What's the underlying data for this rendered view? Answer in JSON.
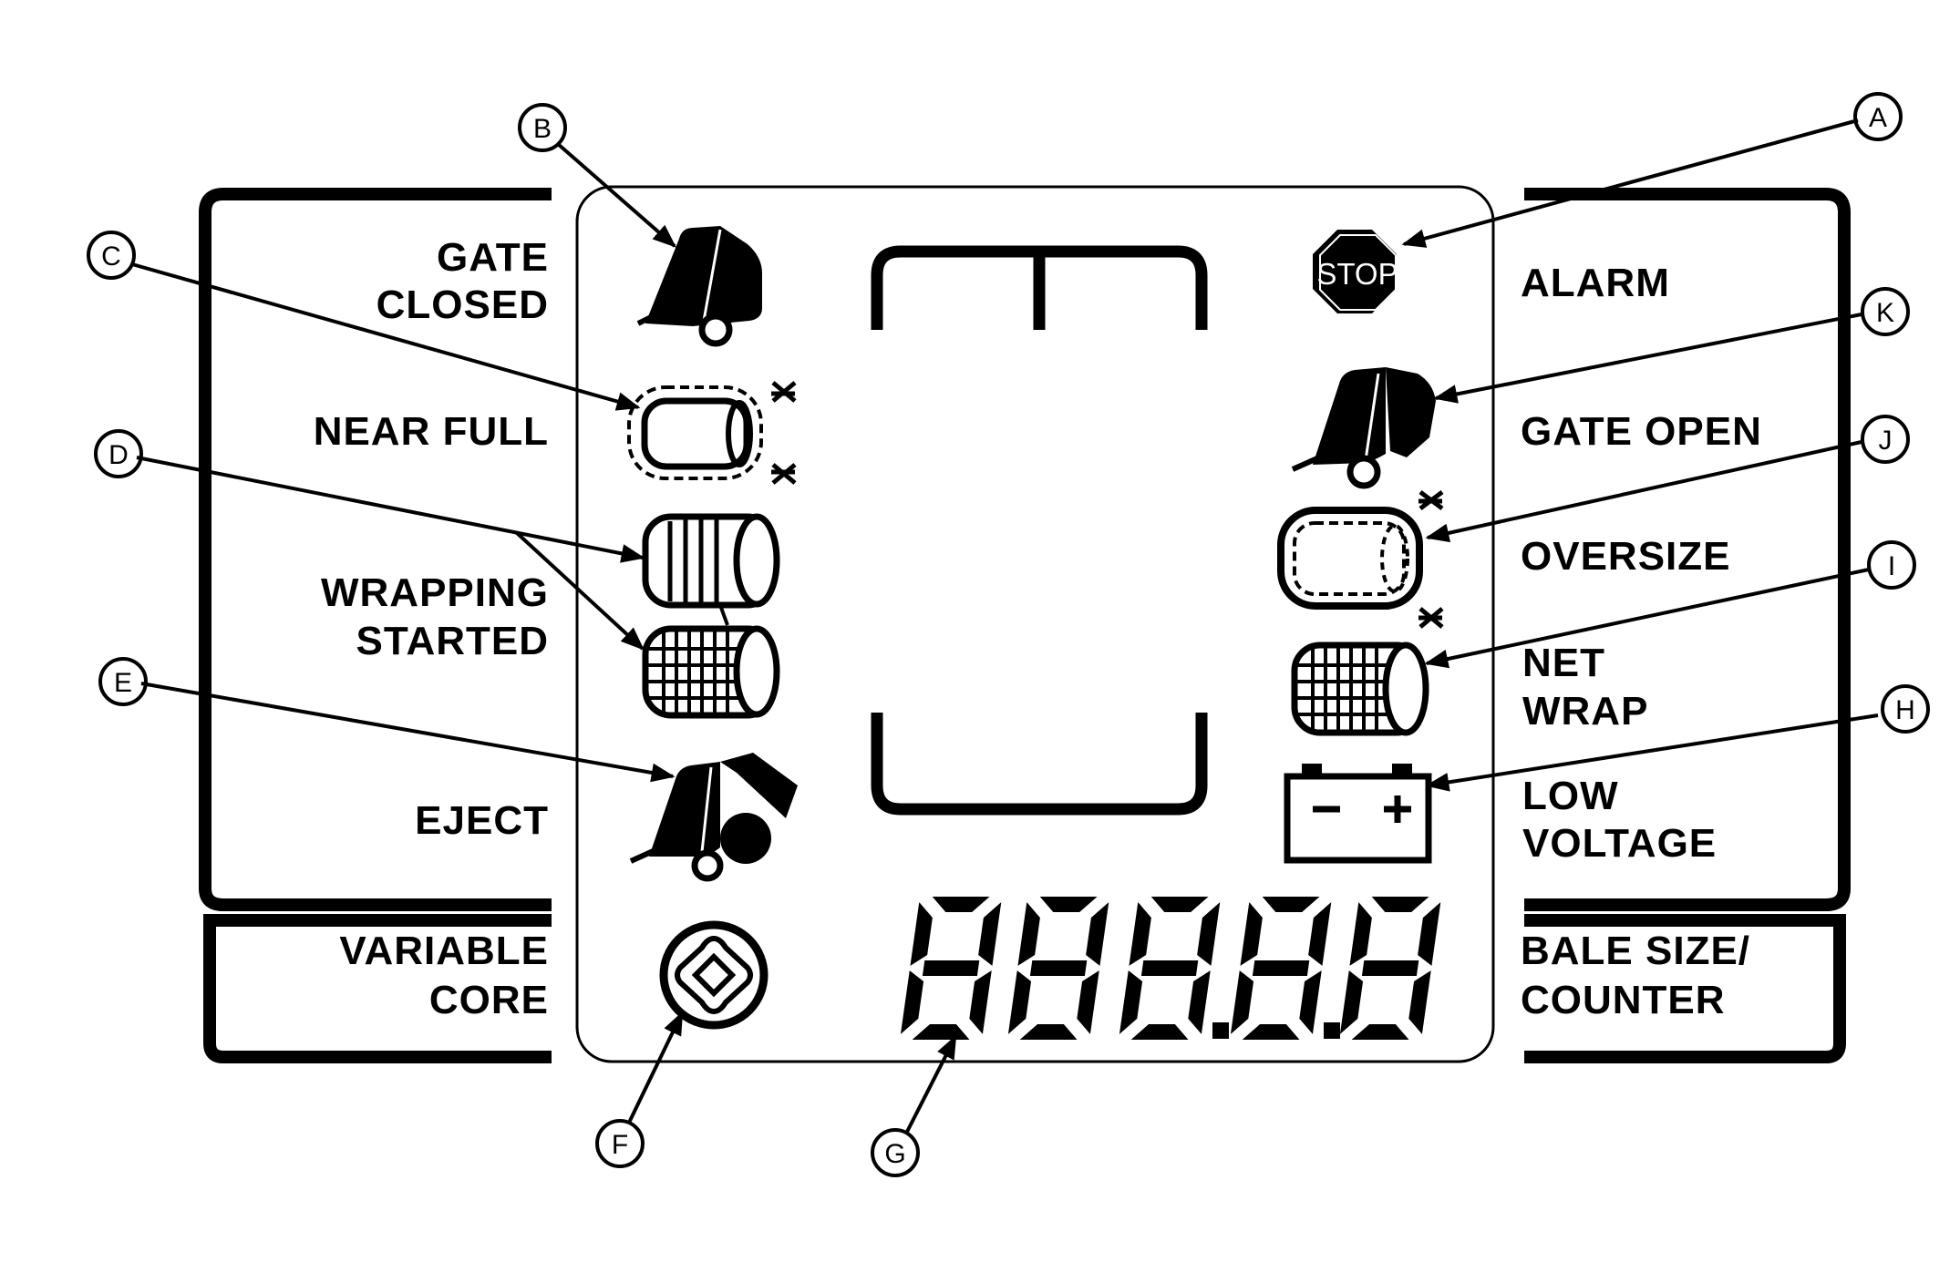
{
  "labels_left": {
    "gate_closed": [
      "GATE",
      "CLOSED"
    ],
    "near_full": "NEAR FULL",
    "wrapping_started": [
      "WRAPPING",
      "STARTED"
    ],
    "eject": "EJECT",
    "variable_core": [
      "VARIABLE",
      "CORE"
    ]
  },
  "labels_right": {
    "alarm": "ALARM",
    "gate_open": "GATE OPEN",
    "oversize": "OVERSIZE",
    "net_wrap": [
      "NET",
      "WRAP"
    ],
    "low_voltage": [
      "LOW",
      "VOLTAGE"
    ],
    "bale_size_counter": [
      "BALE SIZE/",
      "COUNTER"
    ]
  },
  "stop_sign_text": "STOP",
  "battery": {
    "minus": "–",
    "plus": "+"
  },
  "callouts": [
    "A",
    "B",
    "C",
    "D",
    "E",
    "F",
    "G",
    "H",
    "I",
    "J",
    "K"
  ],
  "icons": {
    "gate_closed": "baler-gate-closed-icon",
    "near_full": "bale-near-full-icon",
    "wrapping_started": "bale-wrapping-icon",
    "eject": "baler-eject-icon",
    "variable_core": "variable-core-icon",
    "alarm": "stop-sign-icon",
    "gate_open": "baler-gate-open-icon",
    "oversize": "bale-oversize-icon",
    "net_wrap": "net-wrap-bale-icon",
    "low_voltage": "battery-icon"
  }
}
